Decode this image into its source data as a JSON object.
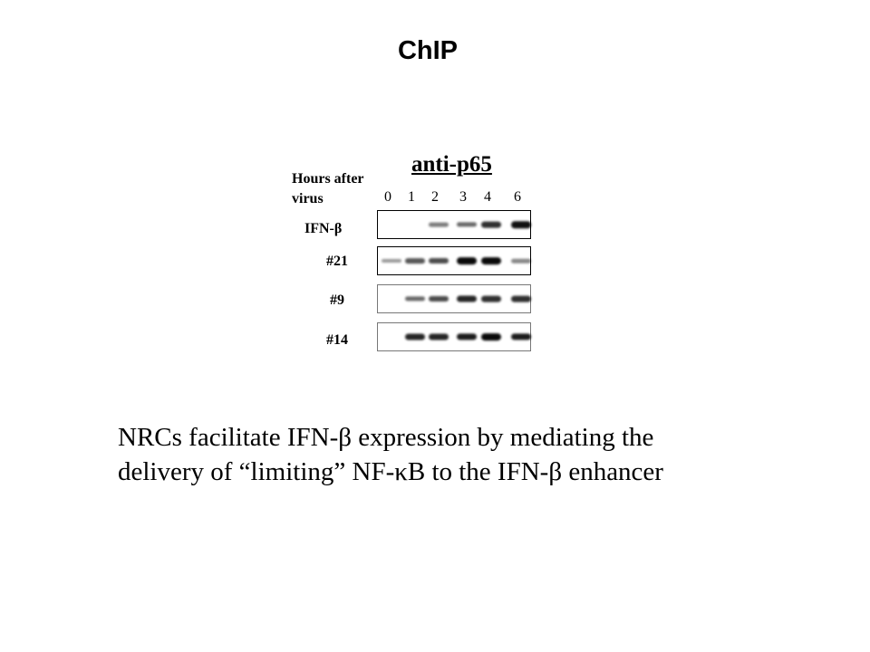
{
  "title": "ChIP",
  "blot": {
    "antibody": "anti-p65",
    "axis_label_line1": "Hours after",
    "axis_label_line2": "virus",
    "lanes": [
      "0",
      "1",
      "2",
      "3",
      "4",
      "6"
    ],
    "rows": [
      {
        "label": "IFN-β",
        "intensities": [
          0.0,
          0.0,
          0.35,
          0.45,
          0.75,
          0.9
        ]
      },
      {
        "label": "#21",
        "intensities": [
          0.2,
          0.55,
          0.6,
          0.95,
          0.95,
          0.3
        ]
      },
      {
        "label": "#9",
        "intensities": [
          0.0,
          0.45,
          0.6,
          0.8,
          0.75,
          0.75
        ]
      },
      {
        "label": "#14",
        "intensities": [
          0.0,
          0.8,
          0.8,
          0.85,
          0.95,
          0.85
        ]
      }
    ]
  },
  "statement": {
    "line1": "NRCs facilitate IFN-β expression by mediating the",
    "line2": "delivery of “limiting” NF-κB to the IFN-β enhancer"
  }
}
